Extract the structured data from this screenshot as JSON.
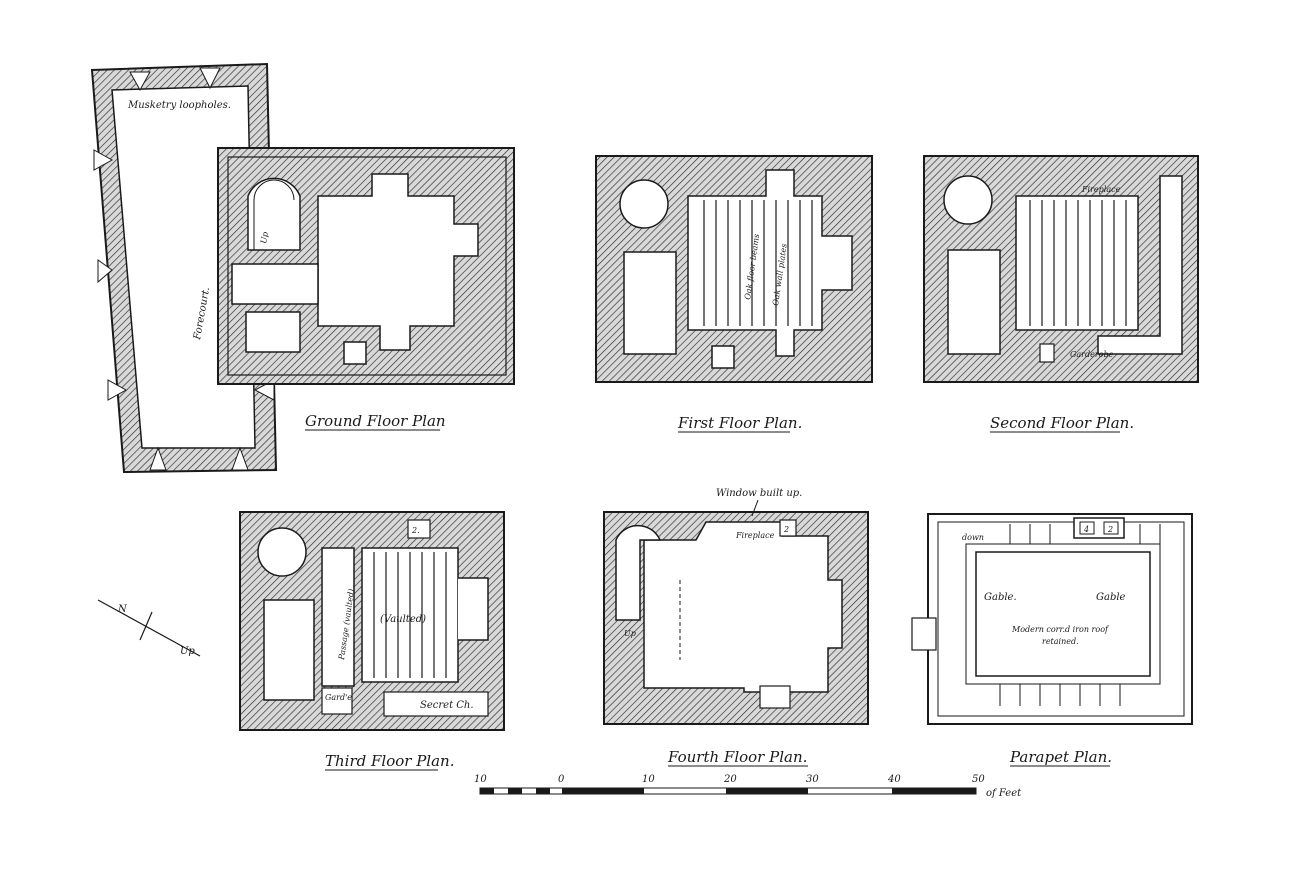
{
  "plans": {
    "ground": {
      "title": "Ground Floor Plan",
      "musketry": "Musketry loopholes.",
      "forecourt": "Forecourt.",
      "up": "Up"
    },
    "first": {
      "title": "First Floor Plan.",
      "oak_beams": "Oak floor beams",
      "wall_plates": "Oak wall plates"
    },
    "second": {
      "title": "Second Floor Plan.",
      "fireplace": "Fireplace",
      "garderobe": "Garderobe"
    },
    "third": {
      "title": "Third Floor Plan.",
      "passage": "Passage (vaulted)",
      "vaulted": "(Vaulted)",
      "garderobe": "Gard'e",
      "secret": "Secret Ch.",
      "badge": "2."
    },
    "fourth": {
      "title": "Fourth Floor Plan.",
      "window": "Window built up.",
      "fireplace": "Fireplace",
      "up": "Up",
      "badge": "2"
    },
    "parapet": {
      "title": "Parapet Plan.",
      "down": "down",
      "gable_left": "Gable.",
      "gable_right": "Gable",
      "roof_line1": "Modern corr.d iron roof",
      "roof_line2": "retained.",
      "badge1": "4",
      "badge2": "2"
    }
  },
  "compass": {
    "north": "N",
    "up": "Up"
  },
  "scale": {
    "ticks": [
      "10",
      "0",
      "10",
      "20",
      "30",
      "40",
      "50"
    ],
    "unit": "of Feet"
  },
  "colors": {
    "ink": "#1a1a1a",
    "hatch_bg": "#cfcfcf"
  }
}
